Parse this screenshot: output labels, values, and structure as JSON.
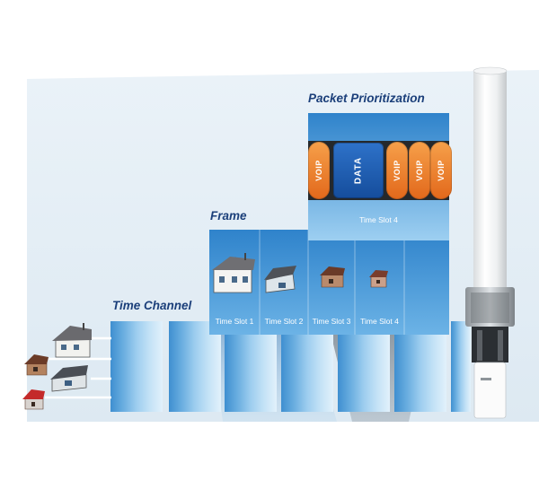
{
  "titles": {
    "time_channel": "Time Channel",
    "frame": "Frame",
    "packet_prioritization": "Packet Prioritization"
  },
  "frame_slots": [
    "Time Slot 1",
    "Time Slot 2",
    "Time Slot 3",
    "Time Slot 4"
  ],
  "packet_slot_label": "Time Slot 4",
  "packets": [
    {
      "label": "VOIP",
      "kind": "voip"
    },
    {
      "label": "DATA",
      "kind": "data"
    },
    {
      "label": "VOIP",
      "kind": "voip"
    },
    {
      "label": "VOIP",
      "kind": "voip"
    },
    {
      "label": "VOIP",
      "kind": "voip"
    }
  ],
  "colors": {
    "title": "#1b3f7a",
    "voip": "#ee7f2d",
    "data": "#1d5cb0",
    "slot_dark": "#3f8fd0",
    "slot_light": "#d4ebf8"
  }
}
